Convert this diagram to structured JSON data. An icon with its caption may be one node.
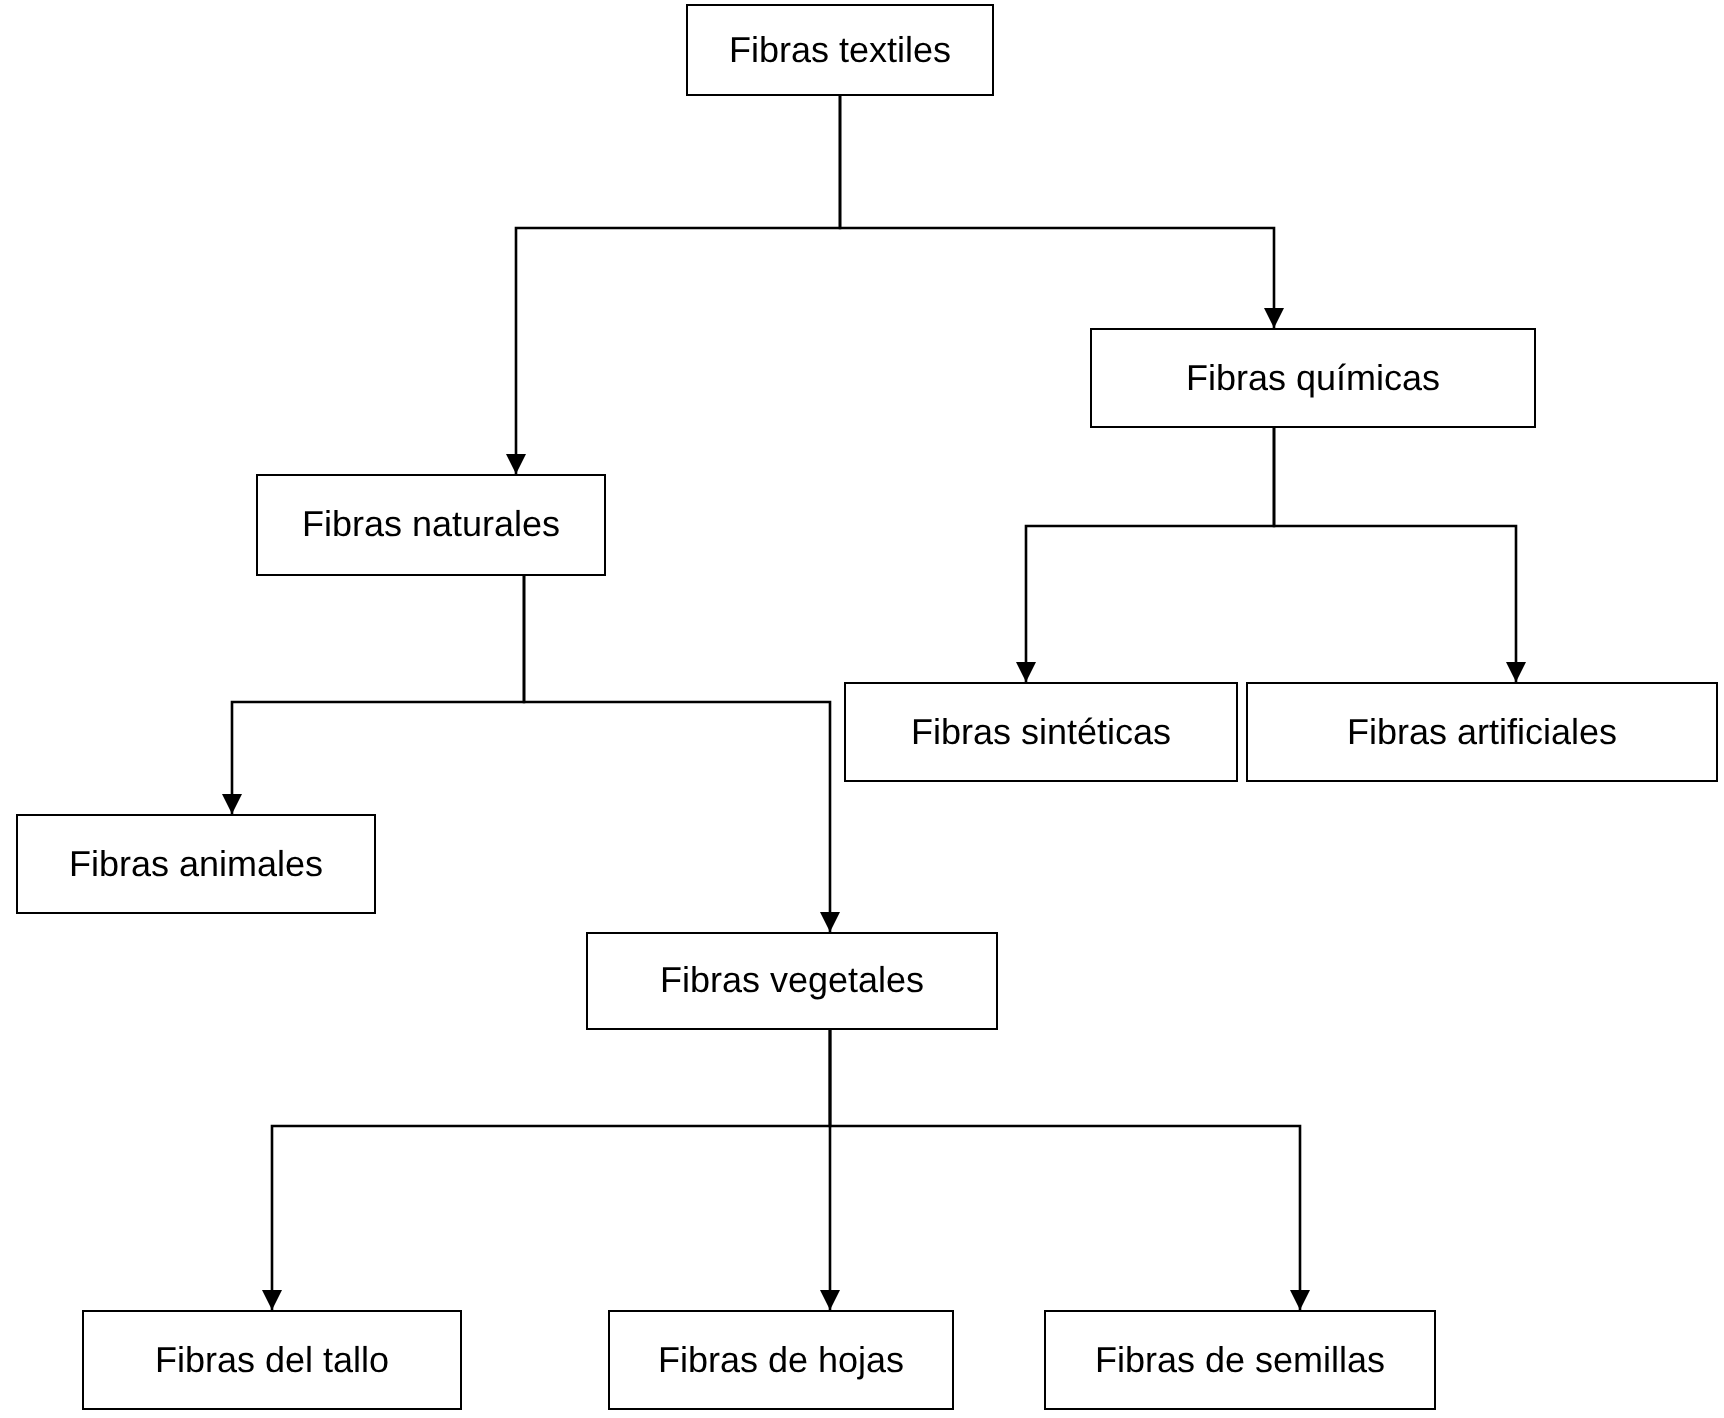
{
  "diagram": {
    "nodes": [
      {
        "text": [
          "Fibras textiles"
        ]
      },
      {
        "text": [
          "Fibras químicas"
        ]
      },
      {
        "text": [
          "Fibras naturales"
        ]
      },
      {
        "text": [
          "Fibras sintéticas"
        ]
      },
      {
        "text": [
          "Fibras artificiales"
        ]
      },
      {
        "text": [
          "Fibras animales"
        ]
      },
      {
        "text": [
          "Fibras vegetales"
        ]
      },
      {
        "text": [
          "Fibras del tallo"
        ]
      },
      {
        "text": [
          "Fibras de hojas"
        ]
      },
      {
        "text": [
          "Fibras de semillas"
        ]
      }
    ],
    "edges": [
      {
        "from": 0,
        "to": 2,
        "arrow": "to"
      },
      {
        "from": 0,
        "to": 1,
        "arrow": "to"
      },
      {
        "from": 1,
        "to": 3,
        "arrow": "to"
      },
      {
        "from": 1,
        "to": 4,
        "arrow": "to"
      },
      {
        "from": 2,
        "to": 5,
        "arrow": "to"
      },
      {
        "from": 2,
        "to": 6,
        "arrow": "to"
      },
      {
        "from": 6,
        "to": 7,
        "arrow": "to"
      },
      {
        "from": 6,
        "to": 8,
        "arrow": "to"
      },
      {
        "from": 6,
        "to": 9,
        "arrow": "to"
      }
    ]
  }
}
